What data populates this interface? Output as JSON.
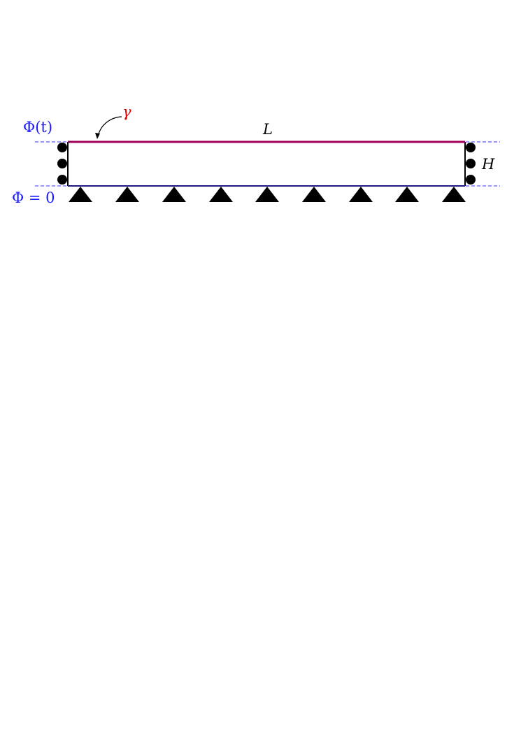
{
  "diagram": {
    "labels": {
      "top_potential": "Φ(t)",
      "bottom_potential": "Φ = 0",
      "length": "L",
      "height": "H",
      "interface": "γ"
    },
    "colors": {
      "potential_lines": "#3333ff",
      "potential_labels": "#1a1aff",
      "interface": "#a0005a",
      "interface_label": "#e00000",
      "structure": "#000000",
      "bottom_edge": "#1a1a80"
    },
    "supports": {
      "roller_supports_per_side": 3,
      "pin_supports_bottom": 9
    }
  }
}
